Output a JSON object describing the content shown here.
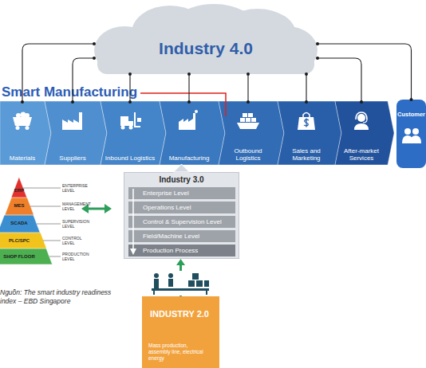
{
  "diagram": {
    "caption": "Nguồn: The smart industry readiness index – EBD Singapore",
    "nodes": [
      {
        "text": [
          "Industry 4.0"
        ]
      },
      {
        "text": [
          "Materials"
        ]
      },
      {
        "text": [
          "Suppliers"
        ]
      },
      {
        "text": [
          "Inbound Logistics"
        ]
      },
      {
        "text": [
          "Manufacturing"
        ]
      },
      {
        "text": [
          "Outbound Logistics"
        ]
      },
      {
        "text": [
          "Sales and Marketing"
        ]
      },
      {
        "text": [
          "After-market Services"
        ]
      },
      {
        "text": [
          "Customer"
        ]
      },
      {
        "text": [
          "ERP"
        ]
      },
      {
        "text": [
          "MES"
        ]
      },
      {
        "text": [
          "SCADA"
        ]
      },
      {
        "text": [
          "PLC/SPC"
        ]
      },
      {
        "text": [
          "SHOP FLOOR"
        ]
      },
      {
        "text": [
          "Industry 3.0"
        ]
      },
      {
        "text": [
          "Enterprise Level"
        ],
        "in": 14
      },
      {
        "text": [
          "Operations Level"
        ],
        "in": 14
      },
      {
        "text": [
          "Control & Supervision Level"
        ],
        "in": 14
      },
      {
        "text": [
          "Field/Machine Level"
        ],
        "in": 14
      },
      {
        "text": [
          "Production Process"
        ],
        "in": 14
      },
      {
        "text": [
          "INDUSTRY 2.0",
          "Mass production, assembly line, electrical energy"
        ]
      }
    ],
    "edges": [
      {
        "from": 0,
        "to": 1,
        "arrow": "none"
      },
      {
        "from": 0,
        "to": 2,
        "arrow": "none"
      },
      {
        "from": 0,
        "to": 3,
        "arrow": "none"
      },
      {
        "from": 0,
        "to": 4,
        "arrow": "none"
      },
      {
        "from": 0,
        "to": 5,
        "arrow": "none"
      },
      {
        "from": 0,
        "to": 6,
        "arrow": "none"
      },
      {
        "from": 0,
        "to": 7,
        "arrow": "none"
      },
      {
        "from": 0,
        "to": 8,
        "arrow": "none"
      },
      {
        "from": 14,
        "to": 4,
        "arrow": "to"
      },
      {
        "from": 20,
        "to": 14,
        "arrow": "to"
      }
    ],
    "labels": [
      "Smart Manufacturing",
      "ENTERPRISE LEVEL",
      "MANAGEMENT LEVEL",
      "SUPERVISION LEVEL",
      "CONTROL LEVEL",
      "PRODUCTION LEVEL"
    ]
  }
}
